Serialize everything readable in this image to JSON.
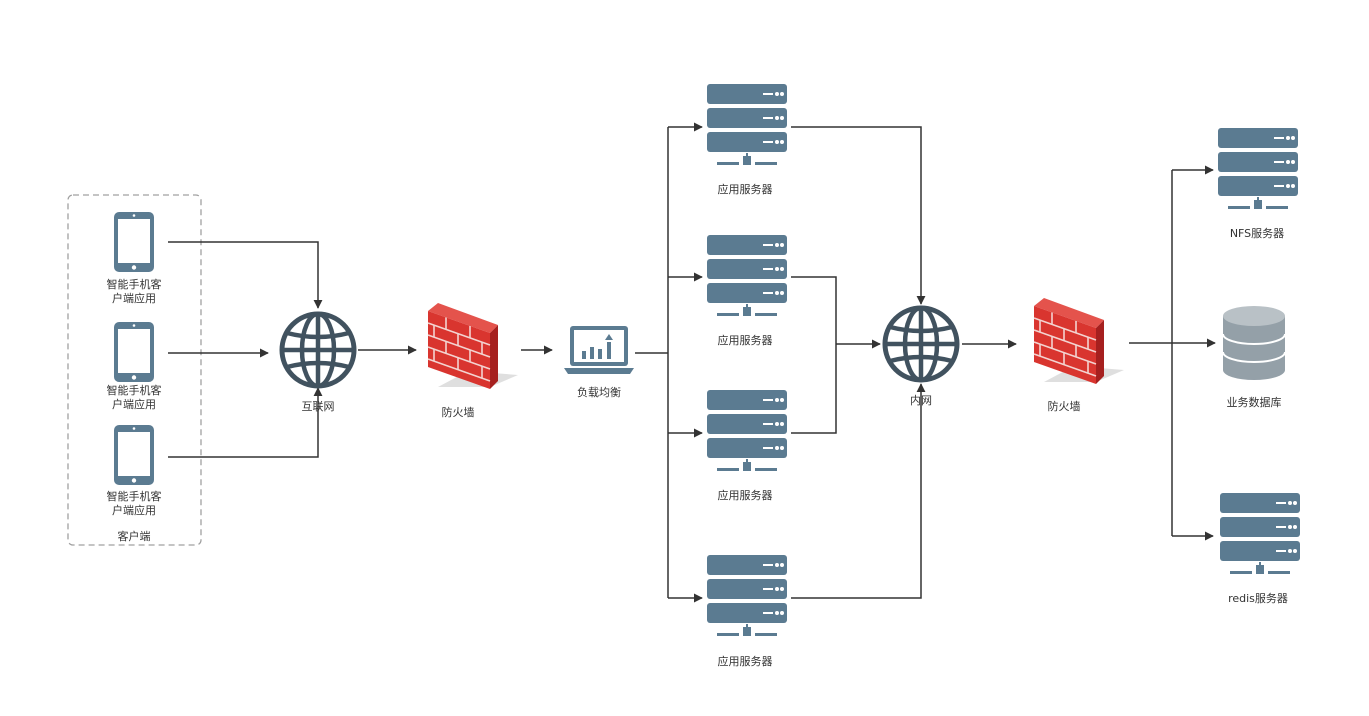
{
  "colors": {
    "device": "#5b7b91",
    "device_light": "#ffffff",
    "globe": "#41525f",
    "line": "#333333",
    "group_border": "#a0a0a0",
    "brick": "#d9352f",
    "brick_dark": "#a6201f",
    "db_top": "#b9c1c6",
    "db_body": "#94a0a8"
  },
  "nodes": {
    "phone1": {
      "label_line1": "智能手机客",
      "label_line2": "户端应用",
      "icon": "smartphone-icon"
    },
    "phone2": {
      "label_line1": "智能手机客",
      "label_line2": "户端应用",
      "icon": "smartphone-icon"
    },
    "phone3": {
      "label_line1": "智能手机客",
      "label_line2": "户端应用",
      "icon": "smartphone-icon"
    },
    "client_group": {
      "label": "客户端"
    },
    "internet": {
      "label": "互联网",
      "icon": "globe-icon"
    },
    "firewall1": {
      "label": "防火墙",
      "icon": "firewall-icon"
    },
    "load_balancer": {
      "label": "负载均衡",
      "icon": "laptop-chart-icon"
    },
    "app1": {
      "label": "应用服务器",
      "icon": "server-icon"
    },
    "app2": {
      "label": "应用服务器",
      "icon": "server-icon"
    },
    "app3": {
      "label": "应用服务器",
      "icon": "server-icon"
    },
    "app4": {
      "label": "应用服务器",
      "icon": "server-icon"
    },
    "intranet": {
      "label": "内网",
      "icon": "globe-icon"
    },
    "firewall2": {
      "label": "防火墙",
      "icon": "firewall-icon"
    },
    "nfs": {
      "label": "NFS服务器",
      "icon": "server-icon"
    },
    "db": {
      "label": "业务数据库",
      "icon": "database-icon"
    },
    "redis": {
      "label": "redis服务器",
      "icon": "server-icon"
    }
  }
}
